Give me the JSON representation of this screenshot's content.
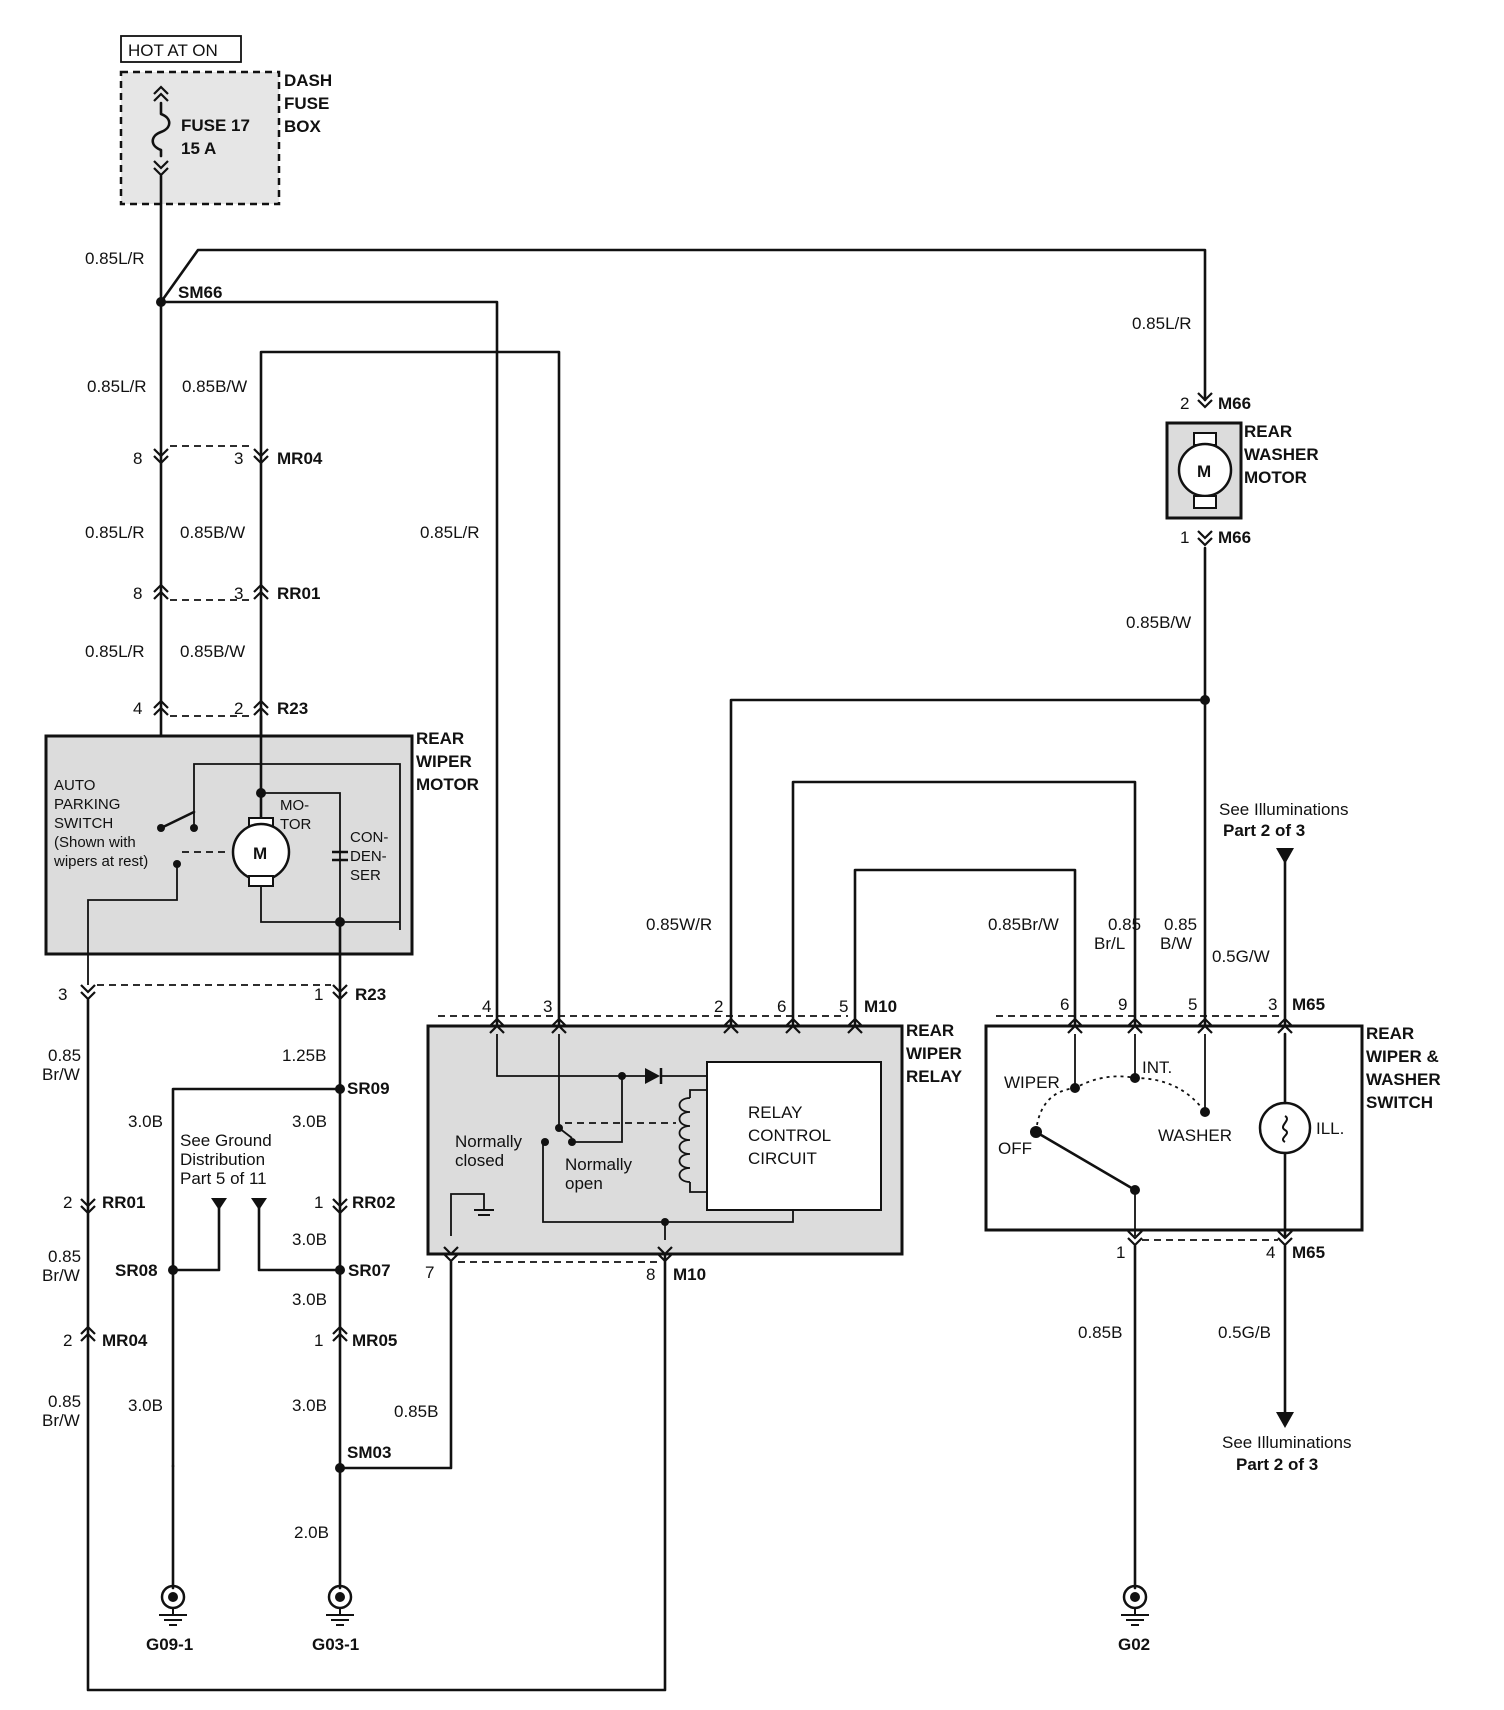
{
  "header": {
    "hot_at": "HOT AT ON"
  },
  "fuse_box": {
    "label": [
      "DASH",
      "FUSE",
      "BOX"
    ],
    "fuse": [
      "FUSE 17",
      "15 A"
    ]
  },
  "wires": {
    "main_lr": "0.85L/R",
    "washer_lr": "0.85L/R",
    "relay_lr": "0.85L/R",
    "left_lr_1": "0.85L/R",
    "left_bw_1": "0.85B/W",
    "left_lr_2": "0.85L/R",
    "left_bw_2": "0.85B/W",
    "left_lr_3": "0.85L/R",
    "left_bw_3": "0.85B/W",
    "washer_bw": "0.85B/W",
    "wr": "0.85W/R",
    "brw_sw": "0.85Br/W",
    "brl": [
      "0.85",
      "Br/L"
    ],
    "bw_sw": [
      "0.85",
      "B/W"
    ],
    "gw": "0.5G/W",
    "brw_l1": [
      "0.85",
      "Br/W"
    ],
    "brw_l2": [
      "0.85",
      "Br/W"
    ],
    "brw_l3": [
      "0.85",
      "Br/W"
    ],
    "b125": "1.25B",
    "b30_a": "3.0B",
    "b30_b": "3.0B",
    "b30_c": "3.0B",
    "b30_d": "3.0B",
    "b30_e": "3.0B",
    "b30_f": "3.0B",
    "b085_relay": "0.85B",
    "b20": "2.0B",
    "b085_sw": "0.85B",
    "gb": "0.5G/B"
  },
  "connectors": {
    "sm66": "SM66",
    "mr04": "MR04",
    "rr01": "RR01",
    "r23": "R23",
    "m66_top": "M66",
    "m66_bot": "M66",
    "m10_top": "M10",
    "m10_bot": "M10",
    "m65_top": "M65",
    "m65_bot": "M65",
    "sr09": "SR09",
    "rr02": "RR02",
    "sr07": "SR07",
    "mr05": "MR05",
    "sm03": "SM03",
    "sr08": "SR08",
    "rr01_low": "RR01",
    "mr04_low": "MR04"
  },
  "pins": {
    "mr04_a": "8",
    "mr04_b": "3",
    "rr01_a": "8",
    "rr01_b": "3",
    "r23_a": "4",
    "r23_b": "2",
    "r23_c": "3",
    "r23_d": "1",
    "relay_4": "4",
    "relay_3": "3",
    "relay_2": "2",
    "relay_6": "6",
    "relay_5": "5",
    "relay_7": "7",
    "relay_8": "8",
    "sw_6": "6",
    "sw_9": "9",
    "sw_5": "5",
    "sw_3": "3",
    "sw_1": "1",
    "sw_4": "4",
    "m66_2": "2",
    "m66_1": "1",
    "rr01_low": "2",
    "rr02": "1",
    "mr04_low": "2",
    "mr05": "1"
  },
  "components": {
    "washer_motor": [
      "REAR",
      "WASHER",
      "MOTOR"
    ],
    "wiper_motor": [
      "REAR",
      "WIPER",
      "MOTOR"
    ],
    "wiper_relay": [
      "REAR",
      "WIPER",
      "RELAY"
    ],
    "switch": [
      "REAR",
      "WIPER &",
      "WASHER",
      "SWITCH"
    ],
    "motor_symbol": "M",
    "auto_parking": [
      "AUTO",
      "PARKING",
      "SWITCH",
      "(Shown with",
      "wipers at rest)"
    ],
    "motor_label": [
      "MO-",
      "TOR"
    ],
    "condenser": [
      "CON-",
      "DEN-",
      "SER"
    ],
    "relay_control": [
      "RELAY",
      "CONTROL",
      "CIRCUIT"
    ],
    "normally_closed": [
      "Normally",
      "closed"
    ],
    "normally_open": [
      "Normally",
      "open"
    ],
    "sw_wiper": "WIPER",
    "sw_int": "INT.",
    "sw_off": "OFF",
    "sw_washer": "WASHER",
    "sw_ill": "ILL."
  },
  "references": {
    "illum_top": [
      "See Illuminations",
      "Part 2 of 3"
    ],
    "illum_bot": [
      "See Illuminations",
      "Part 2 of 3"
    ],
    "ground_dist": [
      "See Ground",
      "Distribution",
      "Part 5 of 11"
    ]
  },
  "grounds": {
    "g09": "G09-1",
    "g03": "G03-1",
    "g02": "G02"
  }
}
